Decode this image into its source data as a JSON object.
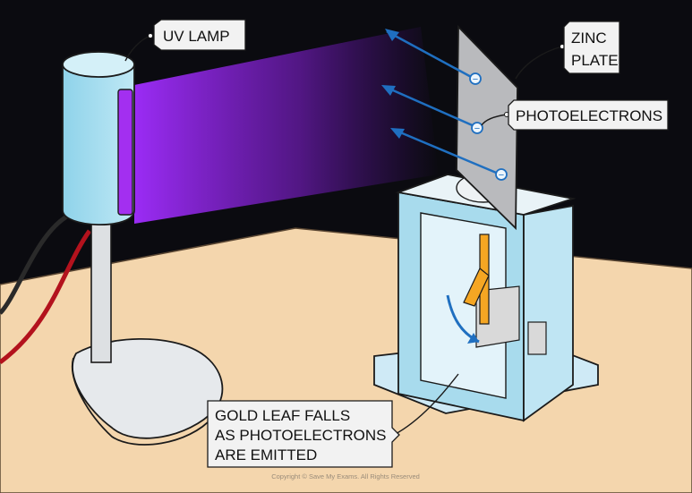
{
  "labels": {
    "uv_lamp": "UV LAMP",
    "zinc_plate_line1": "ZINC",
    "zinc_plate_line2": "PLATE",
    "photoelectrons": "PHOTOELECTRONS",
    "gold_leaf_line1": "GOLD LEAF FALLS",
    "gold_leaf_line2": "AS PHOTOELECTRONS",
    "gold_leaf_line3": "ARE EMITTED"
  },
  "electron_symbol": "−",
  "copyright": "Copyright © Save My Exams. All Rights Reserved",
  "colors": {
    "background": "#0b0b10",
    "table": "#f4d6ad",
    "uv_light": "#9b2cf5",
    "lamp_body": "#a8def0",
    "electroscope_glass": "#cfeaf6",
    "zinc_plate": "#b9babd",
    "gold_leaf": "#f5a623",
    "electron_arrow": "#1f6fc0",
    "lamp_stand": "#e6e9ec",
    "wire_red": "#b3121d",
    "wire_black": "#2a2a2a"
  }
}
